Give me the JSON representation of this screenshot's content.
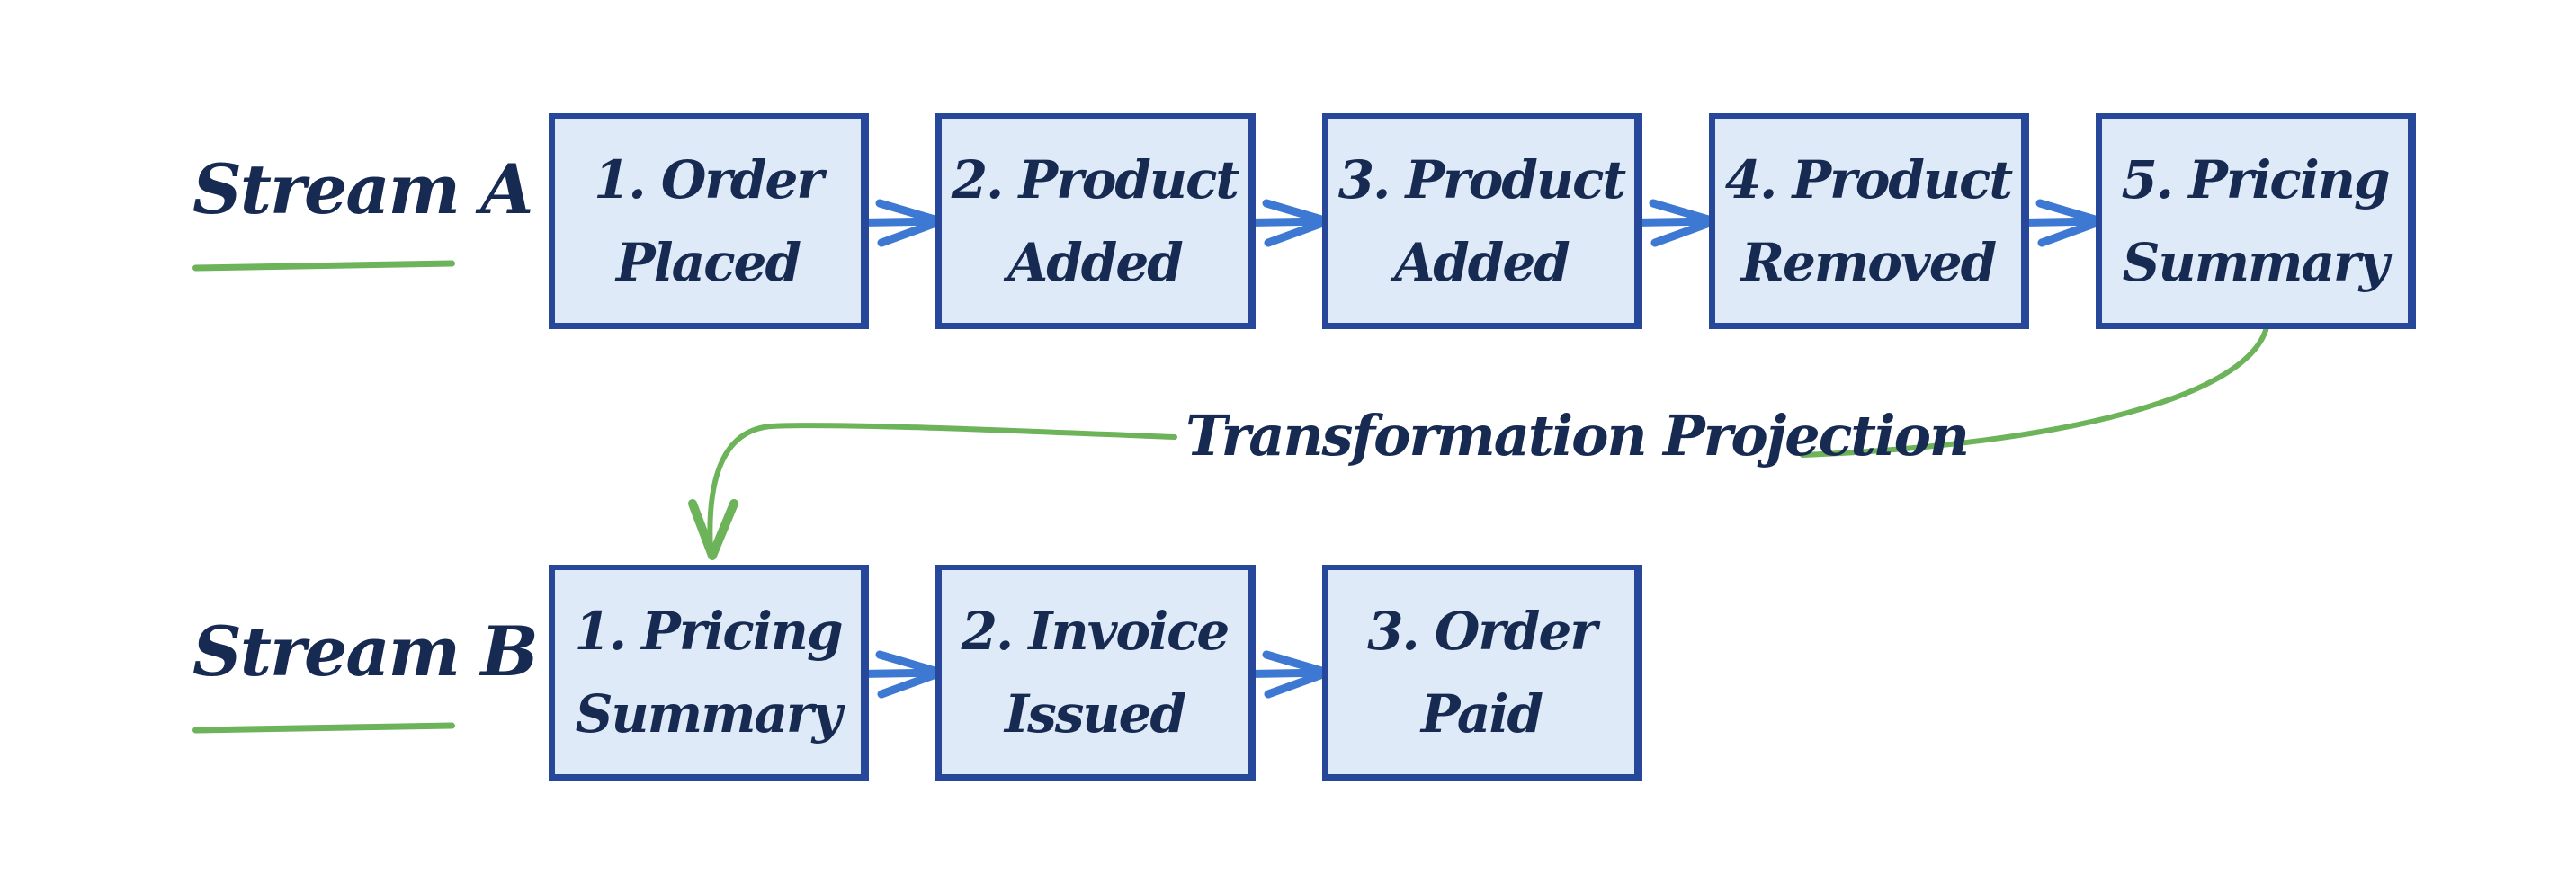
{
  "colors": {
    "box_fill": "#deeaf8",
    "box_border": "#27479b",
    "text": "#172a52",
    "arrow_blue": "#3d78d2",
    "link_green": "#6cb35a"
  },
  "streams": [
    {
      "label": "Stream A",
      "events": [
        {
          "line1": "1. Order",
          "line2": "Placed"
        },
        {
          "line1": "2. Product",
          "line2": "Added"
        },
        {
          "line1": "3. Product",
          "line2": "Added"
        },
        {
          "line1": "4. Product",
          "line2": "Removed"
        },
        {
          "line1": "5. Pricing",
          "line2": "Summary"
        }
      ]
    },
    {
      "label": "Stream B",
      "events": [
        {
          "line1": "1. Pricing",
          "line2": "Summary"
        },
        {
          "line1": "2. Invoice",
          "line2": "Issued"
        },
        {
          "line1": "3. Order",
          "line2": "Paid"
        }
      ]
    }
  ],
  "projection": {
    "label": "Transformation Projection",
    "from": "Stream A event 5",
    "to": "Stream B event 1"
  }
}
